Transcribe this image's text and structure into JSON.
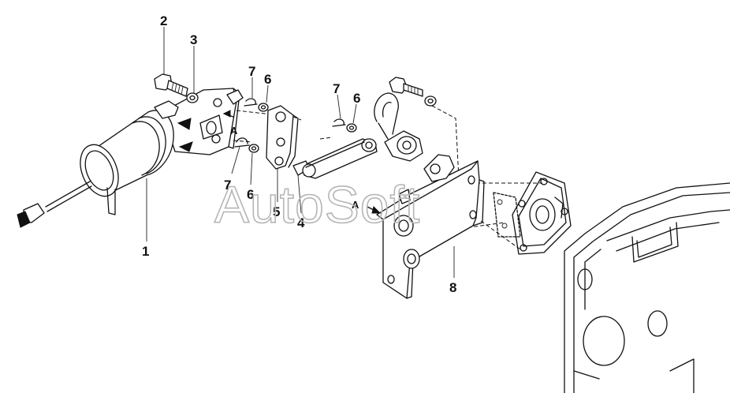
{
  "watermark": "AutoSoft",
  "view_marker": "A",
  "callouts": [
    {
      "id": "c2",
      "text": "2"
    },
    {
      "id": "c3",
      "text": "3"
    },
    {
      "id": "c7a",
      "text": "7"
    },
    {
      "id": "c6a",
      "text": "6"
    },
    {
      "id": "c7b",
      "text": "7"
    },
    {
      "id": "c6b",
      "text": "6"
    },
    {
      "id": "c7c",
      "text": "7"
    },
    {
      "id": "c6c",
      "text": "6"
    },
    {
      "id": "c5",
      "text": "5"
    },
    {
      "id": "c4",
      "text": "4"
    },
    {
      "id": "c1",
      "text": "1"
    },
    {
      "id": "c8",
      "text": "8"
    }
  ]
}
